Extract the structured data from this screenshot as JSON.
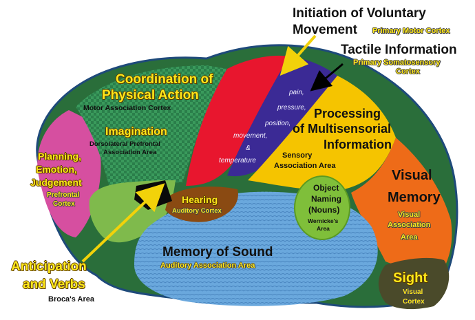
{
  "colors": {
    "prefrontal": "#d64fa0",
    "motor_association": "#2f8a52",
    "primary_motor": "#e8162e",
    "somatosensory": "#3b2a95",
    "sensory_association": "#f5c400",
    "visual_association": "#ee6b18",
    "visual_cortex": "#4a4a2a",
    "auditory_association": "#5f9fd6",
    "auditory_cortex": "#8a4a12",
    "wernicke": "#7fbf3a",
    "broca": "#0a0a0a",
    "cerebellum_band": "#6fb040",
    "outline": "#1e4a7a",
    "arrow_yellow": "#f2d20a",
    "arrow_black": "#000000"
  },
  "labels": {
    "motor_title_1": "Initiation of Voluntary",
    "motor_title_2": "Movement",
    "motor_sub": "Primary Motor Cortex",
    "tactile_title": "Tactile Information",
    "tactile_sub_1": "Primary Somatosensory",
    "tactile_sub_2": "Cortex",
    "coord_title_1": "Coordination of",
    "coord_title_2": "Physical Action",
    "coord_sub": "Motor Association Cortex",
    "imag_title": "Imagination",
    "imag_sub_1": "Dorsolateral Prefrontal",
    "imag_sub_2": "Association Area",
    "plan_1": "Planning,",
    "plan_2": "Emotion,",
    "plan_3": "Judgement",
    "plan_sub_1": "Prefrontal",
    "plan_sub_2": "Cortex",
    "proc_1": "Processing",
    "proc_2": "of Multisensorial",
    "proc_3": "Information",
    "sens_1": "Sensory",
    "sens_2": "Association Area",
    "visual_1": "Visual",
    "visual_2": "Memory",
    "visual_sub_1": "Visual",
    "visual_sub_2": "Association",
    "visual_sub_3": "Area",
    "obj_1": "Object",
    "obj_2": "Naming",
    "obj_3": "(Nouns)",
    "obj_sub_1": "Wernicke's",
    "obj_sub_2": "Area",
    "hearing": "Hearing",
    "hearing_sub": "Auditory Cortex",
    "mem_title": "Memory of Sound",
    "mem_sub": "Auditory Association Area",
    "antic_1": "Anticipation",
    "antic_2": "and Verbs",
    "broca": "Broca's Area",
    "sight": "Sight",
    "sight_sub_1": "Visual",
    "sight_sub_2": "Cortex",
    "sens_words": [
      "pain,",
      "pressure,",
      "position,",
      "movement,",
      "&",
      "temperature"
    ]
  }
}
